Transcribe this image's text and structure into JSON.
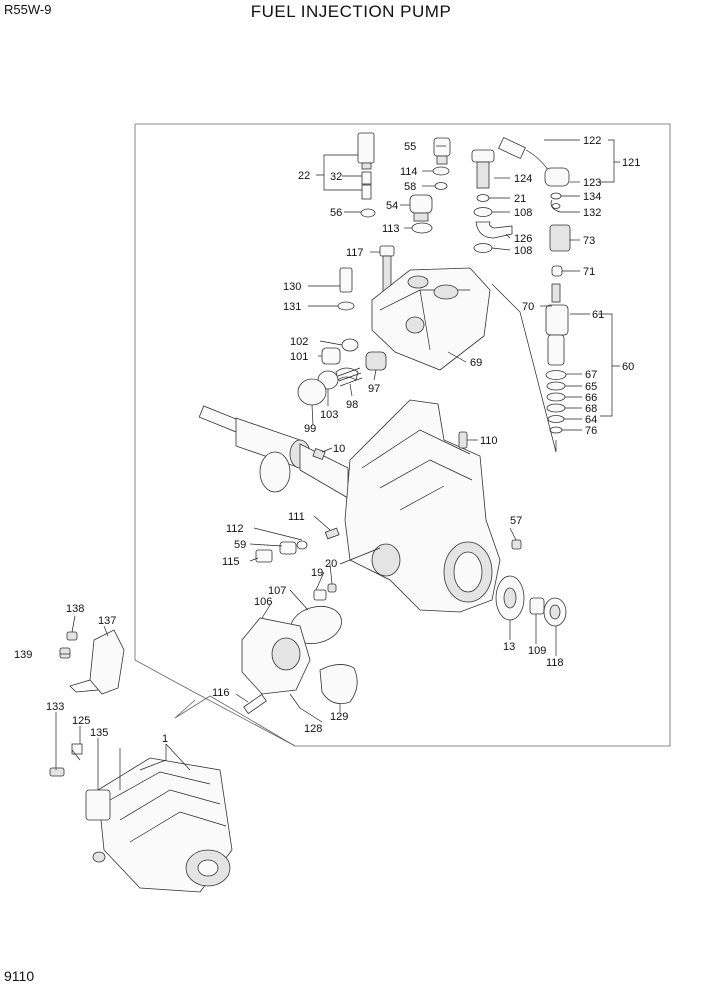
{
  "header": {
    "model": "R55W-9",
    "title": "FUEL INJECTION PUMP",
    "page_number": "9110"
  },
  "callouts": {
    "c1": "1",
    "c10": "10",
    "c13": "13",
    "c19": "19",
    "c20": "20",
    "c21": "21",
    "c22": "22",
    "c32": "32",
    "c54": "54",
    "c55": "55",
    "c56": "56",
    "c57": "57",
    "c58": "58",
    "c59": "59",
    "c60": "60",
    "c61": "61",
    "c64": "64",
    "c65": "65",
    "c66": "66",
    "c67": "67",
    "c68": "68",
    "c69": "69",
    "c70": "70",
    "c71": "71",
    "c73": "73",
    "c76": "76",
    "c97": "97",
    "c98": "98",
    "c99": "99",
    "c101": "101",
    "c102": "102",
    "c103": "103",
    "c106": "106",
    "c107": "107",
    "c108a": "108",
    "c108b": "108",
    "c109": "109",
    "c110": "110",
    "c111": "111",
    "c112": "112",
    "c113": "113",
    "c114": "114",
    "c115": "115",
    "c116": "116",
    "c117": "117",
    "c118": "118",
    "c121": "121",
    "c122": "122",
    "c123": "123",
    "c124": "124",
    "c125": "125",
    "c126": "126",
    "c128": "128",
    "c129": "129",
    "c130": "130",
    "c131": "131",
    "c132": "132",
    "c133": "133",
    "c134": "134",
    "c135": "135",
    "c137": "137",
    "c138": "138",
    "c139": "139"
  }
}
